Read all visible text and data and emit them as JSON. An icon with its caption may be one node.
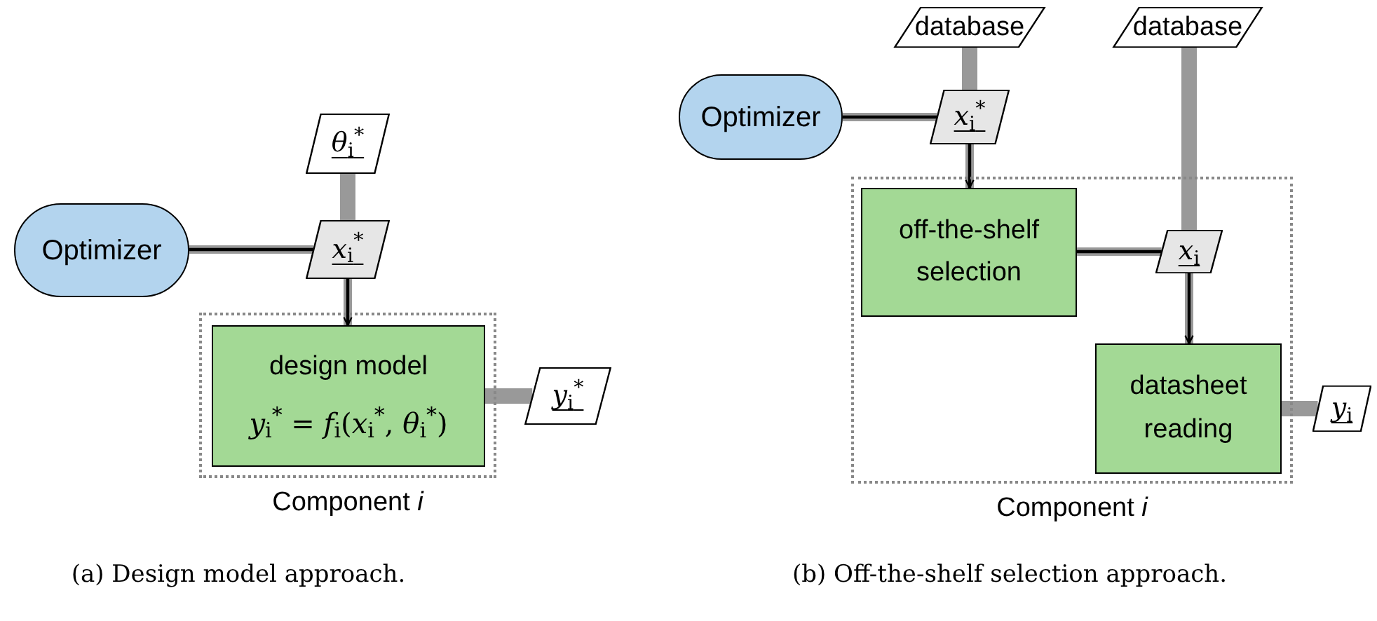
{
  "diagram": {
    "nodes": [
      {
        "text": [
          "Optimizer"
        ]
      },
      {
        "text": [
          "*θ*$_{i}$$^{*}$"
        ]
      },
      {
        "text": [
          "*x*$_{i}$$^{*}$"
        ]
      },
      {
        "text": [
          "Component *i*"
        ]
      },
      {
        "text": [
          "design model",
          "*y*$_{i}$$^{*}$ = *f*$_{i}$(*x*$_{i}$$^{*}$, *θ*$_{i}$$^{*}$)"
        ],
        "in": 3
      },
      {
        "text": [
          "*y*$_{i}$$^{*}$"
        ]
      },
      {
        "text": [
          "Optimizer"
        ]
      },
      {
        "text": [
          "database"
        ]
      },
      {
        "text": [
          "database"
        ]
      },
      {
        "text": [
          "*x*$_{i}$$^{*}$"
        ]
      },
      {
        "text": [
          "Component *i*"
        ]
      },
      {
        "text": [
          "off-the-shelf selection"
        ],
        "in": 10
      },
      {
        "text": [
          "*x*$_{i}$"
        ],
        "in": 10
      },
      {
        "text": [
          "datasheet reading"
        ],
        "in": 10
      },
      {
        "text": [
          "*y*$_{i}$"
        ]
      }
    ],
    "edges": [
      {
        "from": 0,
        "to": 2,
        "arrow": "none"
      },
      {
        "from": 1,
        "to": 2,
        "arrow": "none",
        "style": "thick",
        "color": "#999999"
      },
      {
        "from": 2,
        "to": 4,
        "arrow": "to"
      },
      {
        "from": 4,
        "to": 5,
        "arrow": "none",
        "style": "thick",
        "color": "#999999"
      },
      {
        "from": 6,
        "to": 9,
        "arrow": "none"
      },
      {
        "from": 7,
        "to": 9,
        "arrow": "none",
        "style": "thick",
        "color": "#999999"
      },
      {
        "from": 9,
        "to": 11,
        "arrow": "to"
      },
      {
        "from": 11,
        "to": 12,
        "arrow": "none"
      },
      {
        "from": 8,
        "to": 12,
        "arrow": "none",
        "style": "thick",
        "color": "#999999"
      },
      {
        "from": 12,
        "to": 13,
        "arrow": "to"
      },
      {
        "from": 13,
        "to": 14,
        "arrow": "none",
        "style": "thick",
        "color": "#999999"
      }
    ],
    "labels": [
      "(a) Design model approach.",
      "(b) Off-the-shelf selection approach."
    ]
  }
}
